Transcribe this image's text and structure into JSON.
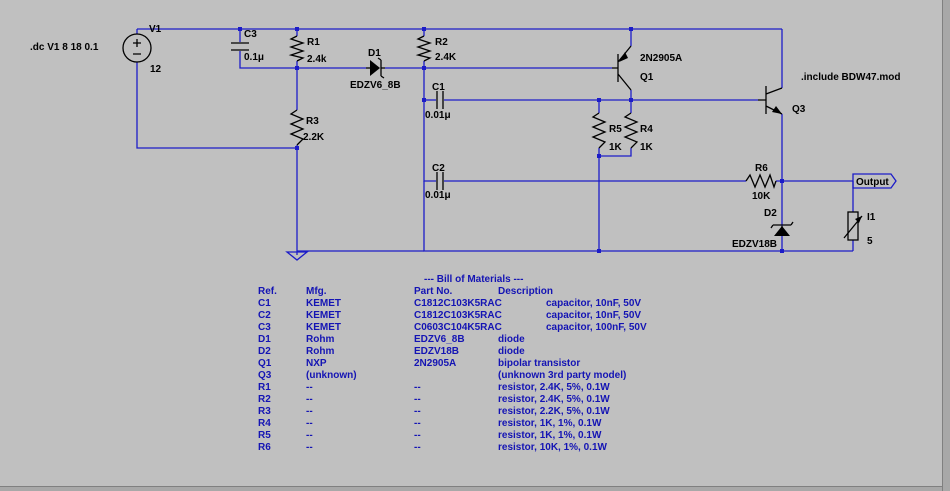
{
  "directives": {
    "dc": ".dc V1 8 18 0.1",
    "include": ".include BDW47.mod"
  },
  "components": {
    "V1": {
      "ref": "V1",
      "value": "12"
    },
    "C3": {
      "ref": "C3",
      "value": "0.1μ"
    },
    "R1": {
      "ref": "R1",
      "value": "2.4k"
    },
    "D1": {
      "ref": "D1",
      "value": "EDZV6_8B"
    },
    "R2": {
      "ref": "R2",
      "value": "2.4K"
    },
    "Q1": {
      "ref": "Q1",
      "value": "2N2905A"
    },
    "C1": {
      "ref": "C1",
      "value": "0.01μ"
    },
    "R3": {
      "ref": "R3",
      "value": "2.2K"
    },
    "R5": {
      "ref": "R5",
      "value": "1K"
    },
    "R4": {
      "ref": "R4",
      "value": "1K"
    },
    "Q3": {
      "ref": "Q3"
    },
    "C2": {
      "ref": "C2",
      "value": "0.01μ"
    },
    "R6": {
      "ref": "R6",
      "value": "10K"
    },
    "D2": {
      "ref": "D2",
      "value": "EDZV18B"
    },
    "I1": {
      "ref": "I1",
      "value": "5"
    }
  },
  "net_label": "Output",
  "bom": {
    "title": "--- Bill of Materials ---",
    "headers": {
      "ref": "Ref.",
      "mfg": "Mfg.",
      "part": "Part No.",
      "desc": "Description"
    },
    "rows": [
      {
        "ref": "C1",
        "mfg": "KEMET",
        "part": "C1812C103K5RAC",
        "desc": "capacitor, 10nF, 50V"
      },
      {
        "ref": "C2",
        "mfg": "KEMET",
        "part": "C1812C103K5RAC",
        "desc": "capacitor, 10nF, 50V"
      },
      {
        "ref": "C3",
        "mfg": "KEMET",
        "part": "C0603C104K5RAC",
        "desc": "capacitor, 100nF, 50V"
      },
      {
        "ref": "D1",
        "mfg": "Rohm",
        "part": "EDZV6_8B",
        "desc": "diode"
      },
      {
        "ref": "D2",
        "mfg": "Rohm",
        "part": "EDZV18B",
        "desc": "diode"
      },
      {
        "ref": "Q1",
        "mfg": "NXP",
        "part": "2N2905A",
        "desc": "bipolar transistor"
      },
      {
        "ref": "Q3",
        "mfg": "(unknown)",
        "part": "",
        "desc": "(unknown 3rd party model)"
      },
      {
        "ref": "R1",
        "mfg": "--",
        "part": "--",
        "desc": "resistor, 2.4K, 5%, 0.1W"
      },
      {
        "ref": "R2",
        "mfg": "--",
        "part": "--",
        "desc": "resistor, 2.4K, 5%, 0.1W"
      },
      {
        "ref": "R3",
        "mfg": "--",
        "part": "--",
        "desc": "resistor, 2.2K, 5%, 0.1W"
      },
      {
        "ref": "R4",
        "mfg": "--",
        "part": "--",
        "desc": "resistor, 1K, 1%, 0.1W"
      },
      {
        "ref": "R5",
        "mfg": "--",
        "part": "--",
        "desc": "resistor, 1K, 1%, 0.1W"
      },
      {
        "ref": "R6",
        "mfg": "--",
        "part": "--",
        "desc": "resistor, 10K, 1%, 0.1W"
      }
    ]
  },
  "colors": {
    "canvas": "#c0c0c0",
    "wire": "#1c1cc8",
    "component": "#000000",
    "bom_text": "#1414b4"
  }
}
